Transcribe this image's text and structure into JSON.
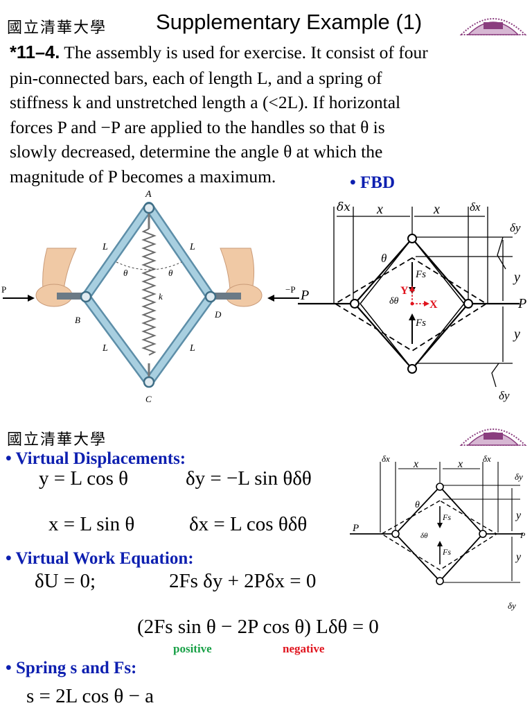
{
  "header": {
    "university": "國立清華大學",
    "title": "Supplementary Example (1)"
  },
  "problem": {
    "number": "*11–4.",
    "line1": " The assembly is used for exercise. It consist of four",
    "line2": "pin-connected bars, each of length L, and a spring of",
    "line3": "stiffness k and unstretched length a (<2L). If horizontal",
    "line4": "forces P and −P are applied to the handles so that θ is",
    "line5": "slowly decreased, determine the angle θ at which the",
    "line6": "magnitude of P becomes a maximum."
  },
  "fig_assembly": {
    "A": "A",
    "B": "B",
    "C": "C",
    "D": "D",
    "L": "L",
    "theta": "θ",
    "k": "k",
    "P": "P",
    "negP": "−P"
  },
  "fbd": {
    "bullet": "• FBD",
    "dx": "δx",
    "x": "x",
    "dy": "δy",
    "y": "y",
    "theta": "θ",
    "dtheta": "δθ",
    "Fs": "Fs",
    "P": "P",
    "Y": "Y",
    "X": "X"
  },
  "section2": {
    "university": "國立清華大學",
    "virtual_displacements": "• Virtual Displacements:",
    "eq_y": "y = L cos θ",
    "eq_dy": "δy = −L sin θδθ",
    "eq_x": "x = L sin θ",
    "eq_dx": "δx = L cos θδθ",
    "virtual_work": "• Virtual Work Equation:",
    "eq_dU": "δU = 0;",
    "eq_vw": "2Fs δy + 2Pδx = 0",
    "eq_combined": "(2Fs sin θ − 2P cos θ) Lδθ = 0",
    "positive": "positive",
    "negative": "negative",
    "spring": "• Spring s and Fs:",
    "eq_s": "s = 2L cos θ − a"
  },
  "colors": {
    "blue": "#0d1fb0",
    "green": "#18a046",
    "red": "#e0141e",
    "bar": "#a8cfe0",
    "seal": "#8a3d7e"
  }
}
